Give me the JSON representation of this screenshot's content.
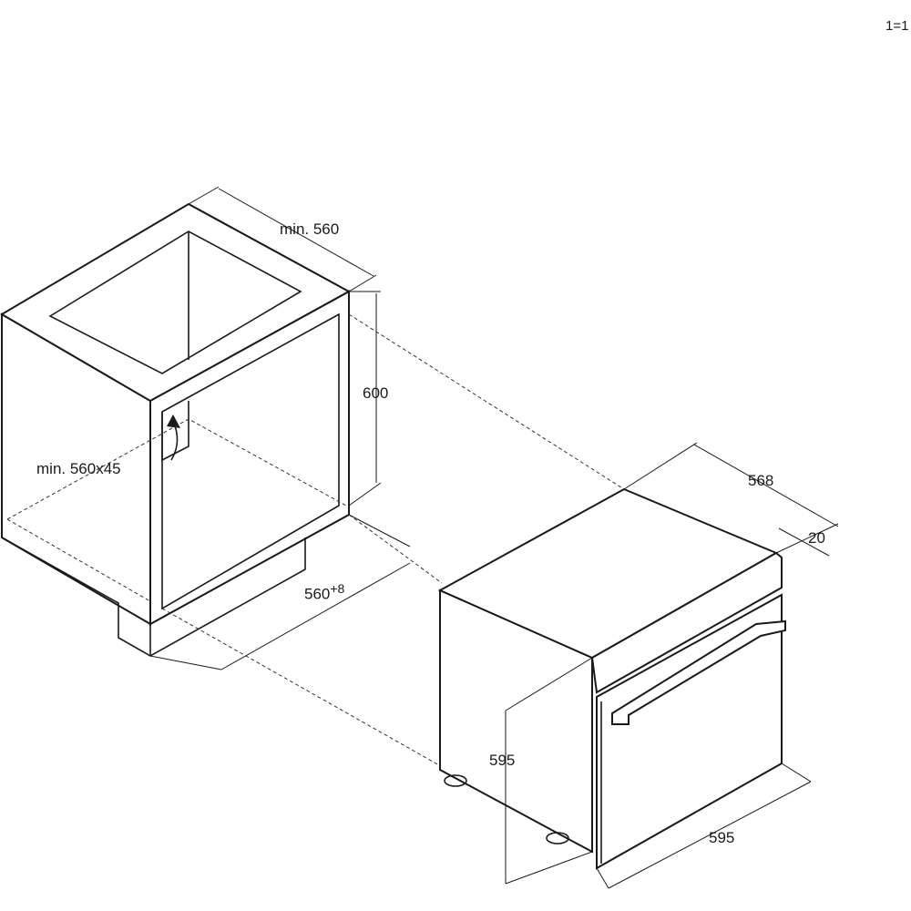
{
  "scale": "1=1",
  "cabinet": {
    "depth_label": "min. 560",
    "height_label": "600",
    "vent_label": "min. 560x45",
    "width_label": "560",
    "width_tolerance": "+8"
  },
  "oven": {
    "depth_label": "568",
    "panel_label": "20",
    "height_label": "595",
    "width_label": "595"
  }
}
